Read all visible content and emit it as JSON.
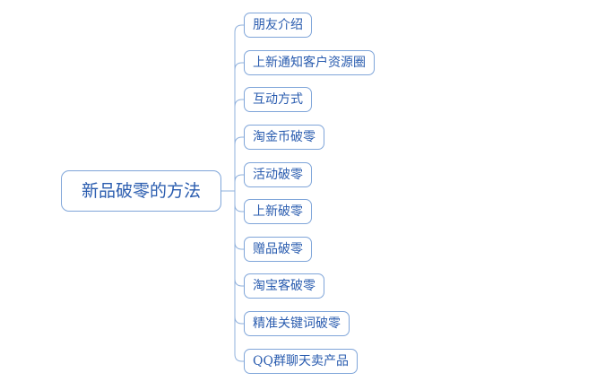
{
  "diagram": {
    "type": "mindmap",
    "root": {
      "label": "新品破零的方法"
    },
    "children": [
      {
        "label": "朋友介绍"
      },
      {
        "label": "上新通知客户资源圈"
      },
      {
        "label": "互动方式"
      },
      {
        "label": "淘金币破零"
      },
      {
        "label": "活动破零"
      },
      {
        "label": "上新破零"
      },
      {
        "label": "赠品破零"
      },
      {
        "label": "淘宝客破零"
      },
      {
        "label": "精准关键词破零"
      },
      {
        "label": "QQ群聊天卖产品"
      }
    ],
    "colors": {
      "background": "#FFFFFF",
      "node_border": "#7FA5D9",
      "node_text": "#2A5CAF",
      "connector_line": "#8FB0DC"
    }
  }
}
